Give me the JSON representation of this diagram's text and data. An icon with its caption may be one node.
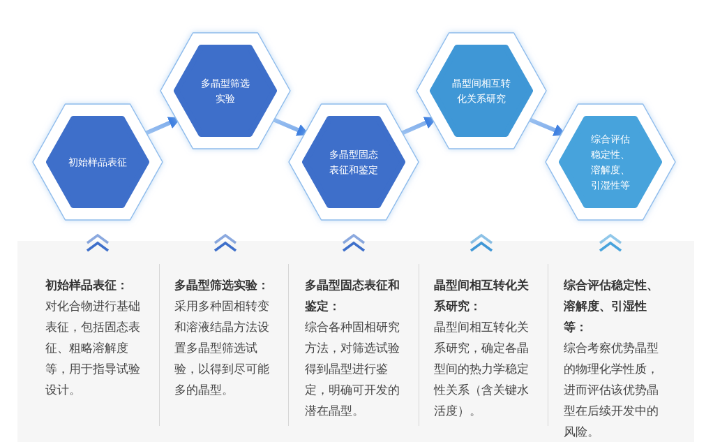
{
  "diagram": {
    "nodes": [
      {
        "text": [
          "初始样品表征"
        ],
        "beside": [
          "初始样品表征：",
          "对化合物进行基础表征，包括固态表征、粗略溶解度等，用于指导试验设计。"
        ]
      },
      {
        "text": [
          "多晶型筛选实验"
        ],
        "beside": [
          "多晶型筛选实验：",
          "采用多种固相转变和溶液结晶方法设置多晶型筛选试验，以得到尽可能多的晶型。"
        ]
      },
      {
        "text": [
          "多晶型固态表征和鉴定"
        ],
        "beside": [
          "多晶型固态表征和鉴定：",
          "综合各种固相研究方法，对筛选试验得到晶型进行鉴定，明确可开发的潜在晶型。"
        ]
      },
      {
        "text": [
          "晶型间相互转化关系研究"
        ],
        "beside": [
          "晶型间相互转化关系研究：",
          "晶型间相互转化关系研究，确定各晶型间的热力学稳定性关系（含关键水活度）。"
        ]
      },
      {
        "text": [
          "综合评估稳定性、溶解度、引湿性等"
        ],
        "beside": [
          "综合评估稳定性、溶解度、引湿性等：",
          "综合考察优势晶型的物理化学性质，进而评估该优势晶型在后续开发中的风险。"
        ]
      }
    ],
    "edges": [
      {
        "from": 0,
        "to": 1,
        "arrow": "to"
      },
      {
        "from": 1,
        "to": 2,
        "arrow": "to"
      },
      {
        "from": 2,
        "to": 3,
        "arrow": "to"
      },
      {
        "from": 3,
        "to": 4,
        "arrow": "to"
      }
    ]
  }
}
